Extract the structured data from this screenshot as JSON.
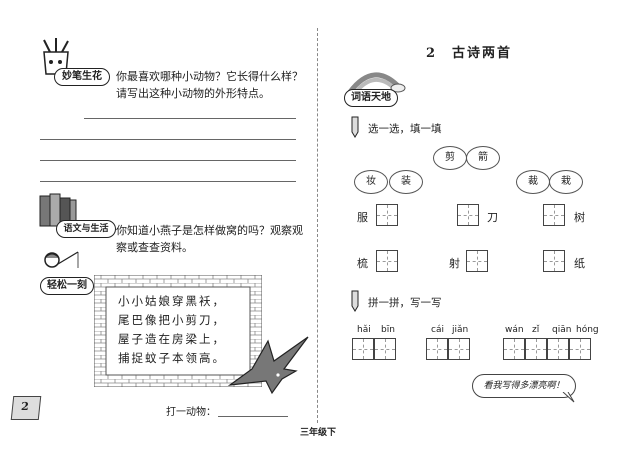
{
  "left": {
    "badge1": "妙笔生花",
    "q1_line1": "你最喜欢哪种小动物？它长得什么样？",
    "q1_line2": "请写出这种小动物的外形特点。",
    "badge2": "语文与生活",
    "q2_line1": "你知道小燕子是怎样做窝的吗？观察观",
    "q2_line2": "察或查查资料。",
    "badge3": "轻松一刻",
    "riddle": [
      "小小姑娘穿黑袄，",
      "尾巴像把小剪刀，",
      "屋子造在房梁上，",
      "捕捉蚊子本领高。"
    ],
    "answer_label": "打一动物：",
    "page_num": "2"
  },
  "right": {
    "lesson_title": "2　古诗两首",
    "section_badge": "词语天地",
    "task1": "选一选，填一填",
    "clouds": [
      "剪",
      "箭",
      "妆",
      "装",
      "裁",
      "栽"
    ],
    "fill_items": [
      {
        "char": "服",
        "pos": "before"
      },
      {
        "char": "刀",
        "pos": "after"
      },
      {
        "char": "树",
        "pos": "after"
      },
      {
        "char": "梳",
        "pos": "before"
      },
      {
        "char": "射",
        "pos": "after"
      },
      {
        "char": "纸",
        "pos": "after"
      }
    ],
    "task2": "拼一拼，写一写",
    "pinyin": [
      "hǎi",
      "bīn",
      "cái",
      "jiǎn",
      "wán",
      "zǐ",
      "qiān",
      "hóng"
    ],
    "speech": "看我写得多漂亮啊！"
  },
  "footer": "三年级下"
}
